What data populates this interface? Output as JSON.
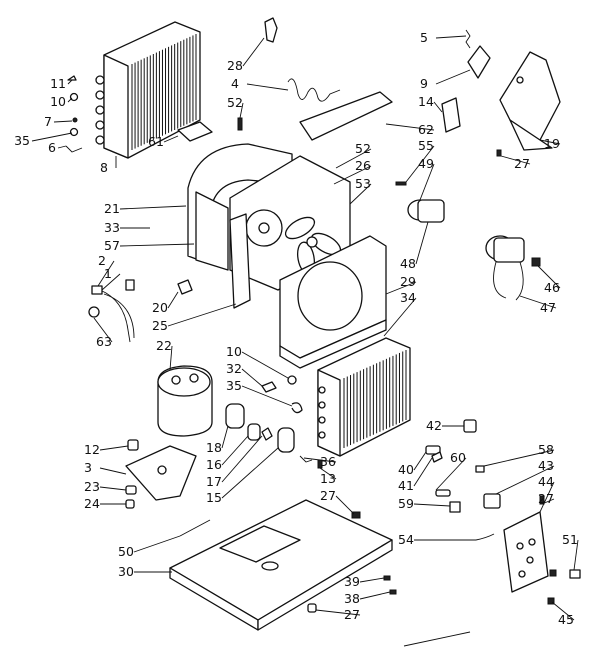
{
  "callouts": [
    {
      "label": "11"
    },
    {
      "label": "10"
    },
    {
      "label": "7"
    },
    {
      "label": "35"
    },
    {
      "label": "6"
    },
    {
      "label": "8"
    },
    {
      "label": "21"
    },
    {
      "label": "33"
    },
    {
      "label": "57"
    },
    {
      "label": "2"
    },
    {
      "label": "1"
    },
    {
      "label": "63"
    },
    {
      "label": "20"
    },
    {
      "label": "25"
    },
    {
      "label": "22"
    },
    {
      "label": "12"
    },
    {
      "label": "3"
    },
    {
      "label": "23"
    },
    {
      "label": "24"
    },
    {
      "label": "50"
    },
    {
      "label": "30"
    },
    {
      "label": "28"
    },
    {
      "label": "4"
    },
    {
      "label": "52"
    },
    {
      "label": "61"
    },
    {
      "label": "52"
    },
    {
      "label": "26"
    },
    {
      "label": "53"
    },
    {
      "label": "62"
    },
    {
      "label": "55"
    },
    {
      "label": "49"
    },
    {
      "label": "48"
    },
    {
      "label": "29"
    },
    {
      "label": "34"
    },
    {
      "label": "10"
    },
    {
      "label": "32"
    },
    {
      "label": "35"
    },
    {
      "label": "18"
    },
    {
      "label": "16"
    },
    {
      "label": "17"
    },
    {
      "label": "15"
    },
    {
      "label": "36"
    },
    {
      "label": "13"
    },
    {
      "label": "27"
    },
    {
      "label": "5"
    },
    {
      "label": "9"
    },
    {
      "label": "14"
    },
    {
      "label": "19"
    },
    {
      "label": "27"
    },
    {
      "label": "46"
    },
    {
      "label": "47"
    },
    {
      "label": "42"
    },
    {
      "label": "58"
    },
    {
      "label": "43"
    },
    {
      "label": "44"
    },
    {
      "label": "27"
    },
    {
      "label": "40"
    },
    {
      "label": "41"
    },
    {
      "label": "60"
    },
    {
      "label": "59"
    },
    {
      "label": "54"
    },
    {
      "label": "51"
    },
    {
      "label": "39"
    },
    {
      "label": "38"
    },
    {
      "label": "27"
    },
    {
      "label": "45"
    }
  ]
}
